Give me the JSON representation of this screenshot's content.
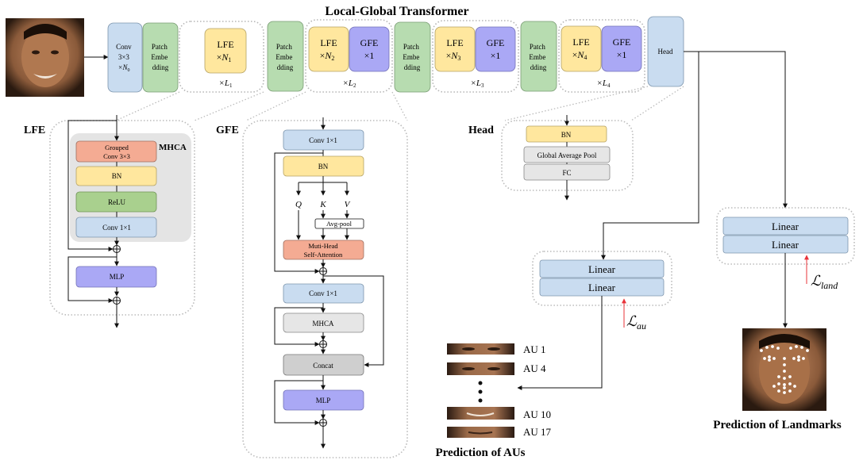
{
  "title": "Local-Global Transformer",
  "colors": {
    "blue": "#c9dcf0",
    "green": "#b7dcb0",
    "yellow": "#ffe79e",
    "purple": "#aaa8f5",
    "salmon": "#f4ab93",
    "gray": "#e6e6e6",
    "darkgray": "#cfcfcf",
    "relu": "#a9d08e",
    "red": "#e8333a"
  },
  "top": {
    "conv": [
      "Conv",
      "3×3",
      "×N",
      "0"
    ],
    "patch": [
      "Patch",
      "Embe",
      "dding"
    ],
    "patch_first": [
      "Patch",
      "Embe",
      "dding"
    ],
    "lfe": "LFE",
    "gfe": "GFE",
    "times1": "×1",
    "n_labels": [
      "N",
      "1",
      "N",
      "2",
      "N",
      "3",
      "N",
      "4"
    ],
    "l_labels": [
      "×L",
      "1",
      "×L",
      "2",
      "×L",
      "3",
      "×L",
      "4"
    ],
    "head": "Head"
  },
  "lfe": {
    "title": "LFE",
    "mhca": "MHCA",
    "grouped": [
      "Grouped",
      "Conv 3×3"
    ],
    "bn": "BN",
    "relu": "ReLU",
    "conv": "Conv 1×1",
    "mlp": "MLP"
  },
  "gfe": {
    "title": "GFE",
    "conv1": "Conv 1×1",
    "bn": "BN",
    "q": "Q",
    "k": "K",
    "v": "V",
    "avgpool": "Avg-pool",
    "mhsa": [
      "Muti-Head",
      "Self-Attention"
    ],
    "conv2": "Conv 1×1",
    "mhca": "MHCA",
    "concat": "Concat",
    "mlp": "MLP"
  },
  "head": {
    "title": "Head",
    "bn": "BN",
    "gap": "Global Average Pool",
    "fc": "FC"
  },
  "linear": "Linear",
  "loss_au": [
    "ℒ",
    "au"
  ],
  "loss_land": [
    "ℒ",
    "land"
  ],
  "aus": [
    "AU 1",
    "AU 4",
    "AU 10",
    "AU 17"
  ],
  "pred_aus": "Prediction of AUs",
  "pred_landmarks": "Prediction of Landmarks"
}
